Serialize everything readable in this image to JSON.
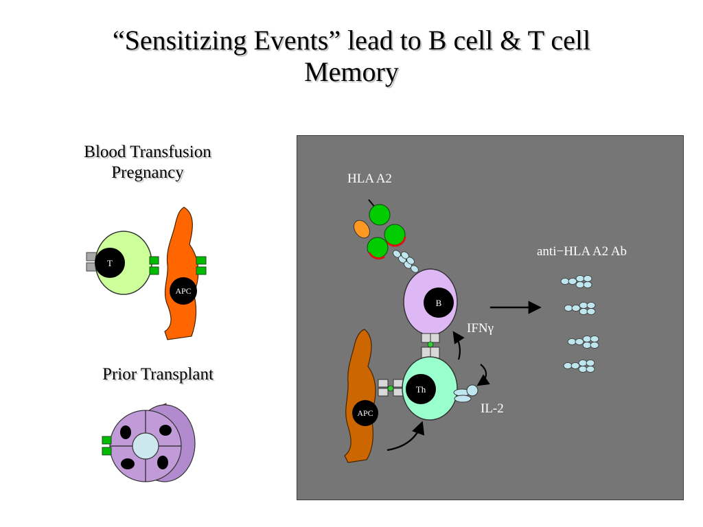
{
  "title": {
    "line1": "“Sensitizing Events” lead to B cell & T cell",
    "line2": "Memory"
  },
  "left": {
    "event1_line1": "Blood Transfusion",
    "event1_line2": "Pregnancy",
    "event2": "Prior Transplant",
    "t_cell_label": "T",
    "apc_label": "APC"
  },
  "panel": {
    "hla_label": "HLA A2",
    "antibody_label": "anti−HLA A2 Ab",
    "b_cell_label": "B",
    "th_cell_label": "Th",
    "apc_label": "APC",
    "ifn_label": "IFNγ",
    "il2_label": "IL-2"
  },
  "colors": {
    "t_cell": "#ccff99",
    "apc_left": "#ff6600",
    "apc_right": "#cc6600",
    "b_cell": "#ddb8f5",
    "th_cell": "#99ffcc",
    "graft": "#b28bcf",
    "hla_green": "#22cc22",
    "panel_bg": "#767676"
  }
}
